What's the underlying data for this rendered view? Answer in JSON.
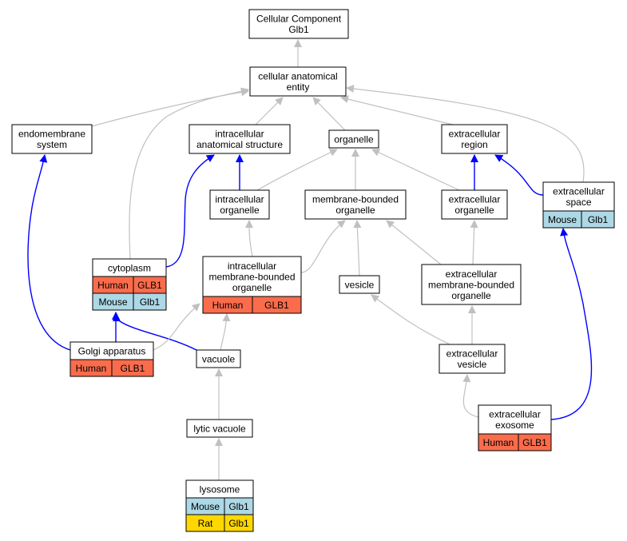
{
  "colors": {
    "edge_gray": "#c0c0c0",
    "edge_blue": "#0000ff",
    "human": "#fa6c4c",
    "mouse": "#add8e6",
    "rat": "#ffd700",
    "node_fill": "#ffffff",
    "node_stroke": "#000000"
  },
  "nodes": {
    "cellular_component": {
      "lines": [
        "Cellular Component",
        "Glb1"
      ]
    },
    "cellular_anatomical_entity": {
      "lines": [
        "cellular anatomical",
        "entity"
      ]
    },
    "endomembrane_system": {
      "lines": [
        "endomembrane",
        "system"
      ]
    },
    "intracellular_anatomical_structure": {
      "lines": [
        "intracellular",
        "anatomical structure"
      ]
    },
    "organelle": {
      "lines": [
        "organelle"
      ]
    },
    "extracellular_region": {
      "lines": [
        "extracellular",
        "region"
      ]
    },
    "extracellular_space": {
      "lines": [
        "extracellular",
        "space"
      ],
      "rows": [
        [
          "Mouse",
          "Glb1"
        ]
      ]
    },
    "intracellular_organelle": {
      "lines": [
        "intracellular",
        "organelle"
      ]
    },
    "membrane_bounded_organelle": {
      "lines": [
        "membrane-bounded",
        "organelle"
      ]
    },
    "extracellular_organelle": {
      "lines": [
        "extracellular",
        "organelle"
      ]
    },
    "cytoplasm": {
      "lines": [
        "cytoplasm"
      ],
      "rows": [
        [
          "Human",
          "GLB1"
        ],
        [
          "Mouse",
          "Glb1"
        ]
      ]
    },
    "intracellular_membrane_bounded_organelle": {
      "lines": [
        "intracellular",
        "membrane-bounded",
        "organelle"
      ],
      "rows": [
        [
          "Human",
          "GLB1"
        ]
      ]
    },
    "vesicle": {
      "lines": [
        "vesicle"
      ]
    },
    "extracellular_membrane_bounded_organelle": {
      "lines": [
        "extracellular",
        "membrane-bounded",
        "organelle"
      ]
    },
    "golgi_apparatus": {
      "lines": [
        "Golgi apparatus"
      ],
      "rows": [
        [
          "Human",
          "GLB1"
        ]
      ]
    },
    "vacuole": {
      "lines": [
        "vacuole"
      ]
    },
    "extracellular_vesicle": {
      "lines": [
        "extracellular",
        "vesicle"
      ]
    },
    "extracellular_exosome": {
      "lines": [
        "extracellular",
        "exosome"
      ],
      "rows": [
        [
          "Human",
          "GLB1"
        ]
      ]
    },
    "lytic_vacuole": {
      "lines": [
        "lytic vacuole"
      ]
    },
    "lysosome": {
      "lines": [
        "lysosome"
      ],
      "rows": [
        [
          "Mouse",
          "Glb1"
        ],
        [
          "Rat",
          "Glb1"
        ]
      ]
    }
  },
  "edges": [
    {
      "from": "cellular_anatomical_entity",
      "to": "cellular_component",
      "type": "is_a"
    },
    {
      "from": "endomembrane_system",
      "to": "cellular_anatomical_entity",
      "type": "is_a"
    },
    {
      "from": "intracellular_anatomical_structure",
      "to": "cellular_anatomical_entity",
      "type": "is_a"
    },
    {
      "from": "organelle",
      "to": "cellular_anatomical_entity",
      "type": "is_a"
    },
    {
      "from": "extracellular_region",
      "to": "cellular_anatomical_entity",
      "type": "is_a"
    },
    {
      "from": "extracellular_space",
      "to": "cellular_anatomical_entity",
      "type": "is_a"
    },
    {
      "from": "cytoplasm",
      "to": "cellular_anatomical_entity",
      "type": "is_a"
    },
    {
      "from": "intracellular_organelle",
      "to": "intracellular_anatomical_structure",
      "type": "part_of"
    },
    {
      "from": "cytoplasm",
      "to": "intracellular_anatomical_structure",
      "type": "part_of"
    },
    {
      "from": "intracellular_organelle",
      "to": "organelle",
      "type": "is_a"
    },
    {
      "from": "membrane_bounded_organelle",
      "to": "organelle",
      "type": "is_a"
    },
    {
      "from": "extracellular_organelle",
      "to": "organelle",
      "type": "is_a"
    },
    {
      "from": "extracellular_organelle",
      "to": "extracellular_region",
      "type": "part_of"
    },
    {
      "from": "extracellular_space",
      "to": "extracellular_region",
      "type": "part_of"
    },
    {
      "from": "intracellular_membrane_bounded_organelle",
      "to": "intracellular_organelle",
      "type": "is_a"
    },
    {
      "from": "intracellular_membrane_bounded_organelle",
      "to": "membrane_bounded_organelle",
      "type": "is_a"
    },
    {
      "from": "vesicle",
      "to": "membrane_bounded_organelle",
      "type": "is_a"
    },
    {
      "from": "extracellular_membrane_bounded_organelle",
      "to": "membrane_bounded_organelle",
      "type": "is_a"
    },
    {
      "from": "extracellular_membrane_bounded_organelle",
      "to": "extracellular_organelle",
      "type": "is_a"
    },
    {
      "from": "golgi_apparatus",
      "to": "endomembrane_system",
      "type": "part_of"
    },
    {
      "from": "golgi_apparatus",
      "to": "cytoplasm",
      "type": "part_of"
    },
    {
      "from": "vacuole",
      "to": "cytoplasm",
      "type": "part_of"
    },
    {
      "from": "golgi_apparatus",
      "to": "intracellular_membrane_bounded_organelle",
      "type": "is_a"
    },
    {
      "from": "vacuole",
      "to": "intracellular_membrane_bounded_organelle",
      "type": "is_a"
    },
    {
      "from": "extracellular_vesicle",
      "to": "vesicle",
      "type": "is_a"
    },
    {
      "from": "extracellular_vesicle",
      "to": "extracellular_membrane_bounded_organelle",
      "type": "is_a"
    },
    {
      "from": "extracellular_exosome",
      "to": "extracellular_vesicle",
      "type": "is_a"
    },
    {
      "from": "extracellular_exosome",
      "to": "extracellular_space",
      "type": "part_of"
    },
    {
      "from": "lytic_vacuole",
      "to": "vacuole",
      "type": "is_a"
    },
    {
      "from": "lysosome",
      "to": "lytic_vacuole",
      "type": "is_a"
    }
  ]
}
